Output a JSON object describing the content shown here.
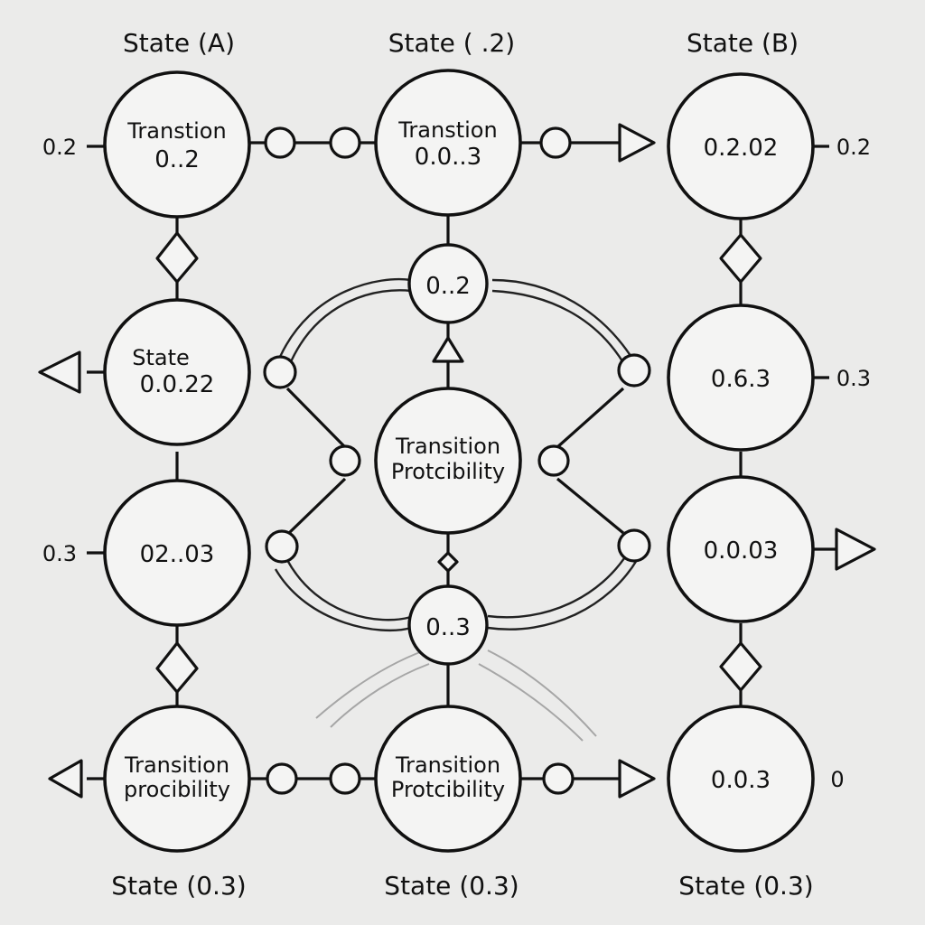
{
  "column_headers": [
    "State (A)",
    "State ( .2)",
    "State (B)"
  ],
  "footer_labels": [
    "State (0.3)",
    "State (0.3)",
    "State (0.3)"
  ],
  "nodes": {
    "top_left": [
      "Transtion",
      "0..2"
    ],
    "top_middle": [
      "Transtion",
      "0.0..3"
    ],
    "top_right": [
      "0.2.02"
    ],
    "upper_middle_small": [
      "0..2"
    ],
    "center": [
      "Transition",
      "Protcibility"
    ],
    "middle_left": [
      "State",
      "0.0.22"
    ],
    "middle_right": [
      "0.6.3"
    ],
    "lower_left": [
      "02..03"
    ],
    "lower_right": [
      "0.0.03"
    ],
    "lower_middle_small": [
      "0..3"
    ],
    "bottom_left": [
      "Transition",
      "procibility"
    ],
    "bottom_middle": [
      "Transition",
      "Protcibility"
    ],
    "bottom_right": [
      "0.0.3"
    ]
  },
  "side_labels": {
    "left_top": "0.2",
    "left_lower": "0.3",
    "right_top": "0.2",
    "right_middle": "0.3",
    "right_bottom": "0"
  },
  "colors": {
    "background": "#ebebea",
    "stroke": "#111111",
    "node_fill": "#f4f4f3"
  }
}
